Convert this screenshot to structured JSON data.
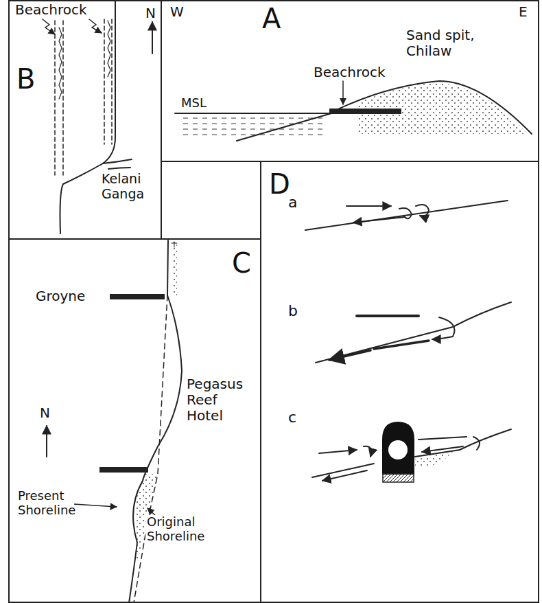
{
  "diagram": {
    "nodes": [
      {
        "text": [
          "B",
          "Beachrock",
          "Kelani Ganga",
          "N"
        ]
      },
      {
        "text": [
          "W",
          "A",
          "E",
          "Sand spit, Chilaw",
          "Beachrock",
          "MSL"
        ]
      },
      {
        "text": [
          "C",
          "Groyne",
          "N",
          "Pegasus Reef Hotel",
          "Present Shoreline",
          "Original Shoreline"
        ]
      },
      {
        "text": [
          "D",
          "a",
          "b",
          "c"
        ]
      }
    ]
  }
}
